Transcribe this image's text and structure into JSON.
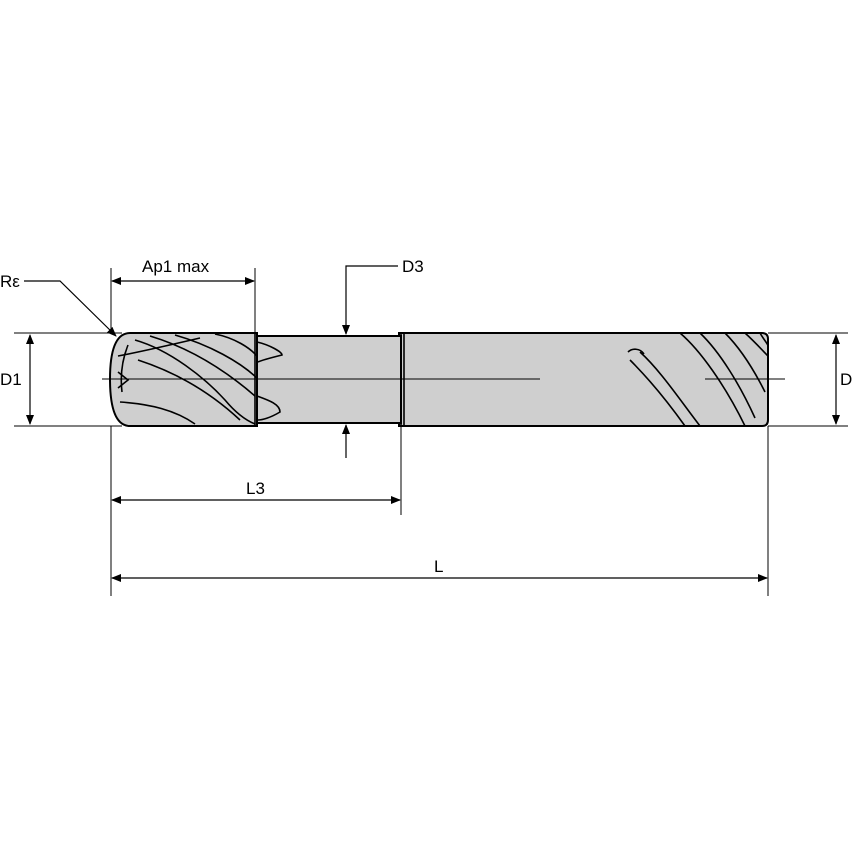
{
  "labels": {
    "corner_radius": "Rε",
    "cut_length": "Ap1 max",
    "neck_diameter": "D3",
    "cut_diameter": "D1",
    "shank_diameter": "D",
    "reach_length": "L3",
    "overall_length": "L"
  },
  "colors": {
    "tool_body": "#cfcfcf",
    "line": "#000000",
    "background": "#ffffff"
  }
}
